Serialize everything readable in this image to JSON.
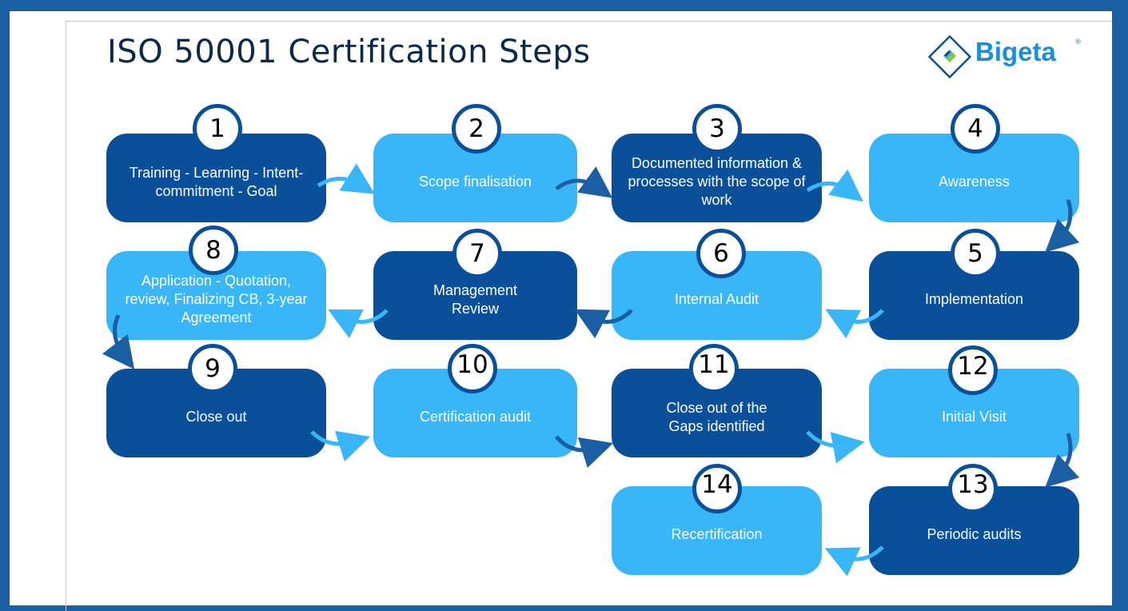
{
  "title": "ISO 50001 Certification Steps",
  "logo": {
    "text": "Bigeta",
    "reg": "®"
  },
  "colors": {
    "dark": "#0a4f99",
    "light": "#38b6f7",
    "frame": "#1a5ea3",
    "arrow_dark": "#1a5ea3",
    "arrow_light": "#38b6f7"
  },
  "steps": [
    {
      "number": "1",
      "label": "Training - Learning - Intent-commitment - Goal"
    },
    {
      "number": "2",
      "label": "Scope finalisation"
    },
    {
      "number": "3",
      "label": "Documented information & processes with the scope of work"
    },
    {
      "number": "4",
      "label": "Awareness"
    },
    {
      "number": "5",
      "label": "Implementation"
    },
    {
      "number": "6",
      "label": "Internal Audit"
    },
    {
      "number": "7",
      "label": "Management Review"
    },
    {
      "number": "8",
      "label": "Application - Quotation, review, Finalizing CB, 3-year Agreement"
    },
    {
      "number": "9",
      "label": "Close out"
    },
    {
      "number": "10",
      "label": "Certification audit"
    },
    {
      "number": "11",
      "label": "Close out of the Gaps identified"
    },
    {
      "number": "12",
      "label": "Initial Visit"
    },
    {
      "number": "13",
      "label": "Periodic audits"
    },
    {
      "number": "14",
      "label": "Recertification"
    }
  ]
}
